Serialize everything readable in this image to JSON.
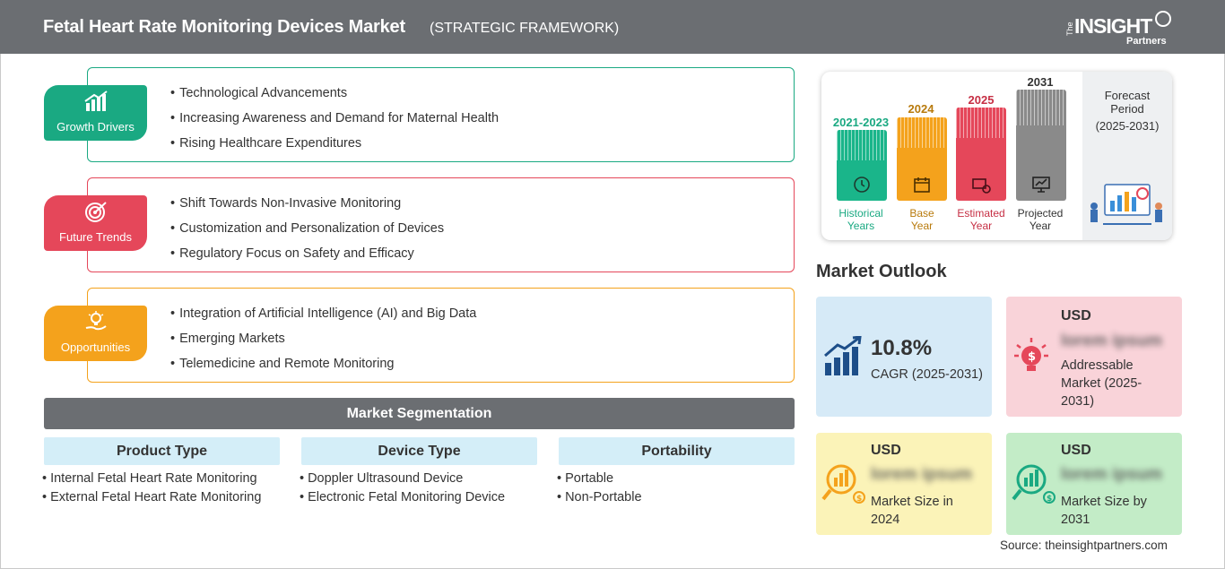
{
  "header": {
    "title": "Fetal Heart Rate Monitoring Devices Market",
    "subtitle": "(STRATEGIC FRAMEWORK)",
    "logo": {
      "top": "The",
      "main": "INSIGHT",
      "bottom": "Partners"
    }
  },
  "growth_drivers": {
    "label": "Growth Drivers",
    "color": "#1aa982",
    "items": [
      "Technological Advancements",
      "Increasing Awareness and Demand for Maternal Health",
      "Rising Healthcare Expenditures"
    ]
  },
  "future_trends": {
    "label": "Future Trends",
    "color": "#e5475a",
    "items": [
      "Shift Towards Non-Invasive Monitoring",
      "Customization and Personalization of Devices",
      "Regulatory Focus on Safety and Efficacy"
    ]
  },
  "opportunities": {
    "label": "Opportunities",
    "color": "#f4a21c",
    "items": [
      "Integration of Artificial Intelligence (AI) and Big Data",
      "Emerging Markets",
      "Telemedicine and Remote Monitoring"
    ]
  },
  "segmentation": {
    "title": "Market Segmentation",
    "columns": [
      {
        "header": "Product Type",
        "items": [
          "Internal Fetal Heart Rate Monitoring",
          "External Fetal Heart Rate Monitoring"
        ]
      },
      {
        "header": "Device Type",
        "items": [
          "Doppler Ultrasound Device",
          "Electronic Fetal Monitoring Device"
        ]
      },
      {
        "header": "Portability",
        "items": [
          "Portable",
          "Non-Portable"
        ]
      }
    ]
  },
  "timeline": {
    "bars": [
      {
        "year": "2021-2023",
        "label1": "Historical",
        "label2": "Years",
        "color": "#1ab58a"
      },
      {
        "year": "2024",
        "label1": "Base",
        "label2": "Year",
        "color": "#f4a21c"
      },
      {
        "year": "2025",
        "label1": "Estimated",
        "label2": "Year",
        "color": "#e5475a"
      },
      {
        "year": "2031",
        "label1": "Projected",
        "label2": "Year",
        "color": "#8a8a8a"
      }
    ],
    "forecast_title": "Forecast Period",
    "forecast_range": "(2025-2031)"
  },
  "outlook": {
    "title": "Market Outlook",
    "cagr": {
      "value": "10.8%",
      "caption": "CAGR (2025-2031)",
      "bg": "#d6eaf7"
    },
    "addressable": {
      "usd": "USD",
      "value": "lorem ipsum",
      "caption": "Addressable Market (2025-2031)",
      "bg": "#f9d3d9"
    },
    "size2024": {
      "usd": "USD",
      "value": "lorem ipsum",
      "caption": "Market Size in 2024",
      "bg": "#fbf3b8"
    },
    "size2031": {
      "usd": "USD",
      "value": "lorem ipsum",
      "caption": "Market Size by 2031",
      "bg": "#c3ecc7"
    }
  },
  "source": "Source: theinsightpartners.com"
}
